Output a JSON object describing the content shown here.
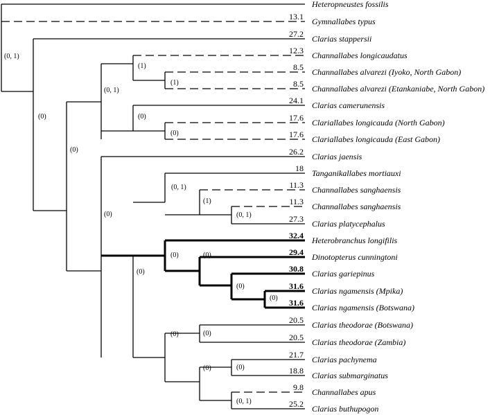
{
  "taxa": [
    {
      "name": "Heteropneustes fossilis",
      "length": "",
      "dashed": false,
      "bold": false
    },
    {
      "name": "Gymnallabes typus",
      "length": "13.1",
      "dashed": true,
      "bold": false
    },
    {
      "name": "Clarias stappersii",
      "length": "27.2",
      "dashed": false,
      "bold": false
    },
    {
      "name": "Channallabes longicaudatus",
      "length": "12.3",
      "dashed": true,
      "bold": false
    },
    {
      "name": "Channallabes alvarezi (Iyoko, North Gabon)",
      "length": "8.5",
      "dashed": true,
      "bold": false
    },
    {
      "name": "Channallabes alvarezi (Etankaniabe, North Gabon)",
      "length": "8.5",
      "dashed": true,
      "bold": false
    },
    {
      "name": "Clarias camerunensis",
      "length": "24.1",
      "dashed": false,
      "bold": false
    },
    {
      "name": "Clariallabes longicauda (North Gabon)",
      "length": "17.6",
      "dashed": true,
      "bold": false
    },
    {
      "name": "Clariallabes longicauda (East Gabon)",
      "length": "17.6",
      "dashed": true,
      "bold": false
    },
    {
      "name": "Clarias jaensis",
      "length": "26.2",
      "dashed": false,
      "bold": false
    },
    {
      "name": "Tanganikallabes mortiauxi",
      "length": "18",
      "dashed": false,
      "bold": false
    },
    {
      "name": "Channallabes sanghaensis",
      "length": "11.3",
      "dashed": true,
      "bold": false
    },
    {
      "name": "Channallabes sanghaensis",
      "length": "11.3",
      "dashed": true,
      "bold": false
    },
    {
      "name": "Clarias platycephalus",
      "length": "27.3",
      "dashed": false,
      "bold": false
    },
    {
      "name": "Heterobranchus longifilis",
      "length": "32.4",
      "dashed": false,
      "bold": true
    },
    {
      "name": "Dinotopterus cunningtoni",
      "length": "29.4",
      "dashed": false,
      "bold": true
    },
    {
      "name": "Clarias gariepinus",
      "length": "30.8",
      "dashed": false,
      "bold": true
    },
    {
      "name": "Clarias ngamensis (Mpika)",
      "length": "31.6",
      "dashed": false,
      "bold": true
    },
    {
      "name": "Clarias ngamensis (Botswana)",
      "length": "31.6",
      "dashed": false,
      "bold": true
    },
    {
      "name": "Clarias theodorae (Botswana)",
      "length": "20.5",
      "dashed": false,
      "bold": false
    },
    {
      "name": "Clarias theodorae (Zambia)",
      "length": "20.5",
      "dashed": false,
      "bold": false
    },
    {
      "name": "Clarias pachynema",
      "length": "21.7",
      "dashed": false,
      "bold": false
    },
    {
      "name": "Clarias submarginatus",
      "length": "18.8",
      "dashed": false,
      "bold": false
    },
    {
      "name": "Channallabes apus",
      "length": "9.8",
      "dashed": true,
      "bold": false
    },
    {
      "name": "Clarias buthupogon",
      "length": "25.2",
      "dashed": false,
      "bold": false
    }
  ],
  "node_labels": [
    "(0, 1)",
    "(0)",
    "(0, 1)",
    "(1)",
    "(1)",
    "(0)",
    "(0)",
    "(0)",
    "(0)",
    "(0, 1)",
    "(1)",
    "(0, 1)",
    "(0)",
    "(0)",
    "(0)",
    "(0)",
    "(0)",
    "(0)",
    "(0)",
    "(0, 1)"
  ]
}
